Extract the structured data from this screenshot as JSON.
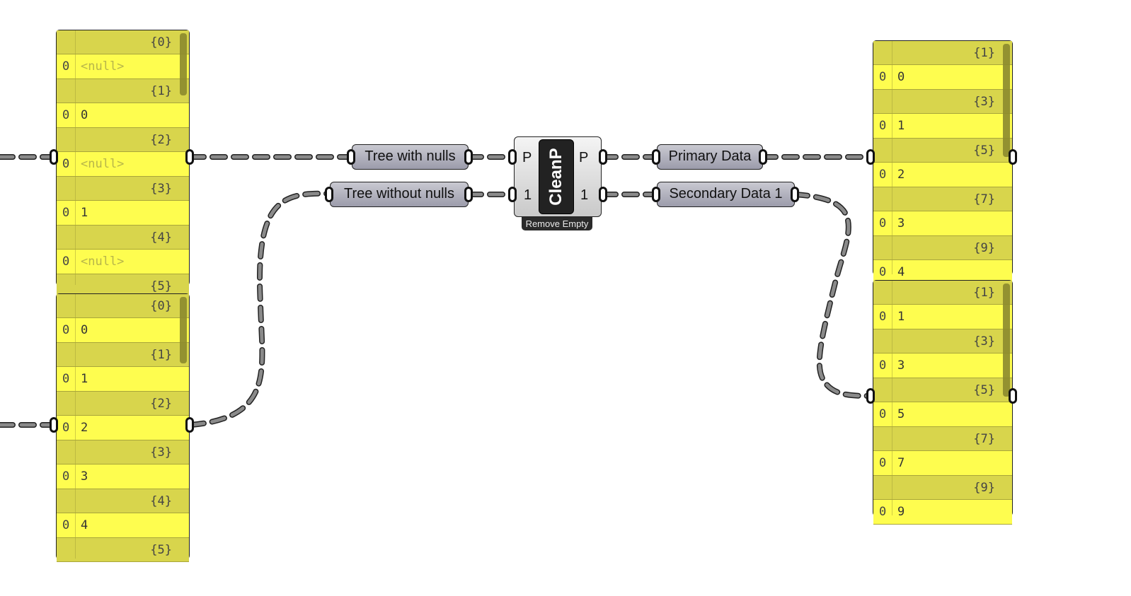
{
  "canvas": {
    "background": "#ffffff",
    "panel_color": "#fefd4f",
    "branch_color": "#d8d54c",
    "wire_color": "#666666"
  },
  "panels": {
    "top_left": {
      "rows": [
        {
          "kind": "branch",
          "path": "{0}"
        },
        {
          "kind": "item",
          "index": "0",
          "value": "<null>",
          "is_null": true
        },
        {
          "kind": "branch",
          "path": "{1}"
        },
        {
          "kind": "item",
          "index": "0",
          "value": "0"
        },
        {
          "kind": "branch",
          "path": "{2}"
        },
        {
          "kind": "item",
          "index": "0",
          "value": "<null>",
          "is_null": true
        },
        {
          "kind": "branch",
          "path": "{3}"
        },
        {
          "kind": "item",
          "index": "0",
          "value": "1"
        },
        {
          "kind": "branch",
          "path": "{4}"
        },
        {
          "kind": "item",
          "index": "0",
          "value": "<null>",
          "is_null": true
        },
        {
          "kind": "branch",
          "path": "{5}"
        }
      ]
    },
    "bottom_left": {
      "rows": [
        {
          "kind": "branch",
          "path": "{0}"
        },
        {
          "kind": "item",
          "index": "0",
          "value": "0"
        },
        {
          "kind": "branch",
          "path": "{1}"
        },
        {
          "kind": "item",
          "index": "0",
          "value": "1"
        },
        {
          "kind": "branch",
          "path": "{2}"
        },
        {
          "kind": "item",
          "index": "0",
          "value": "2"
        },
        {
          "kind": "branch",
          "path": "{3}"
        },
        {
          "kind": "item",
          "index": "0",
          "value": "3"
        },
        {
          "kind": "branch",
          "path": "{4}"
        },
        {
          "kind": "item",
          "index": "0",
          "value": "4"
        },
        {
          "kind": "branch",
          "path": "{5}"
        }
      ]
    },
    "top_right": {
      "rows": [
        {
          "kind": "branch",
          "path": "{1}"
        },
        {
          "kind": "item",
          "index": "0",
          "value": "0"
        },
        {
          "kind": "branch",
          "path": "{3}"
        },
        {
          "kind": "item",
          "index": "0",
          "value": "1"
        },
        {
          "kind": "branch",
          "path": "{5}"
        },
        {
          "kind": "item",
          "index": "0",
          "value": "2"
        },
        {
          "kind": "branch",
          "path": "{7}"
        },
        {
          "kind": "item",
          "index": "0",
          "value": "3"
        },
        {
          "kind": "branch",
          "path": "{9}"
        },
        {
          "kind": "item",
          "index": "0",
          "value": "4"
        }
      ]
    },
    "bottom_right": {
      "rows": [
        {
          "kind": "branch",
          "path": "{1}"
        },
        {
          "kind": "item",
          "index": "0",
          "value": "1"
        },
        {
          "kind": "branch",
          "path": "{3}"
        },
        {
          "kind": "item",
          "index": "0",
          "value": "3"
        },
        {
          "kind": "branch",
          "path": "{5}"
        },
        {
          "kind": "item",
          "index": "0",
          "value": "5"
        },
        {
          "kind": "branch",
          "path": "{7}"
        },
        {
          "kind": "item",
          "index": "0",
          "value": "7"
        },
        {
          "kind": "branch",
          "path": "{9}"
        },
        {
          "kind": "item",
          "index": "0",
          "value": "9"
        }
      ]
    }
  },
  "params": {
    "tree_with_nulls": "Tree with nulls",
    "tree_without_nulls": "Tree without nulls",
    "primary_data": "Primary Data",
    "secondary_data": "Secondary Data 1"
  },
  "component": {
    "nickname": "CleanP",
    "caption": "Remove Empty",
    "input_1": "P",
    "input_2": "1",
    "output_1": "P",
    "output_2": "1"
  }
}
